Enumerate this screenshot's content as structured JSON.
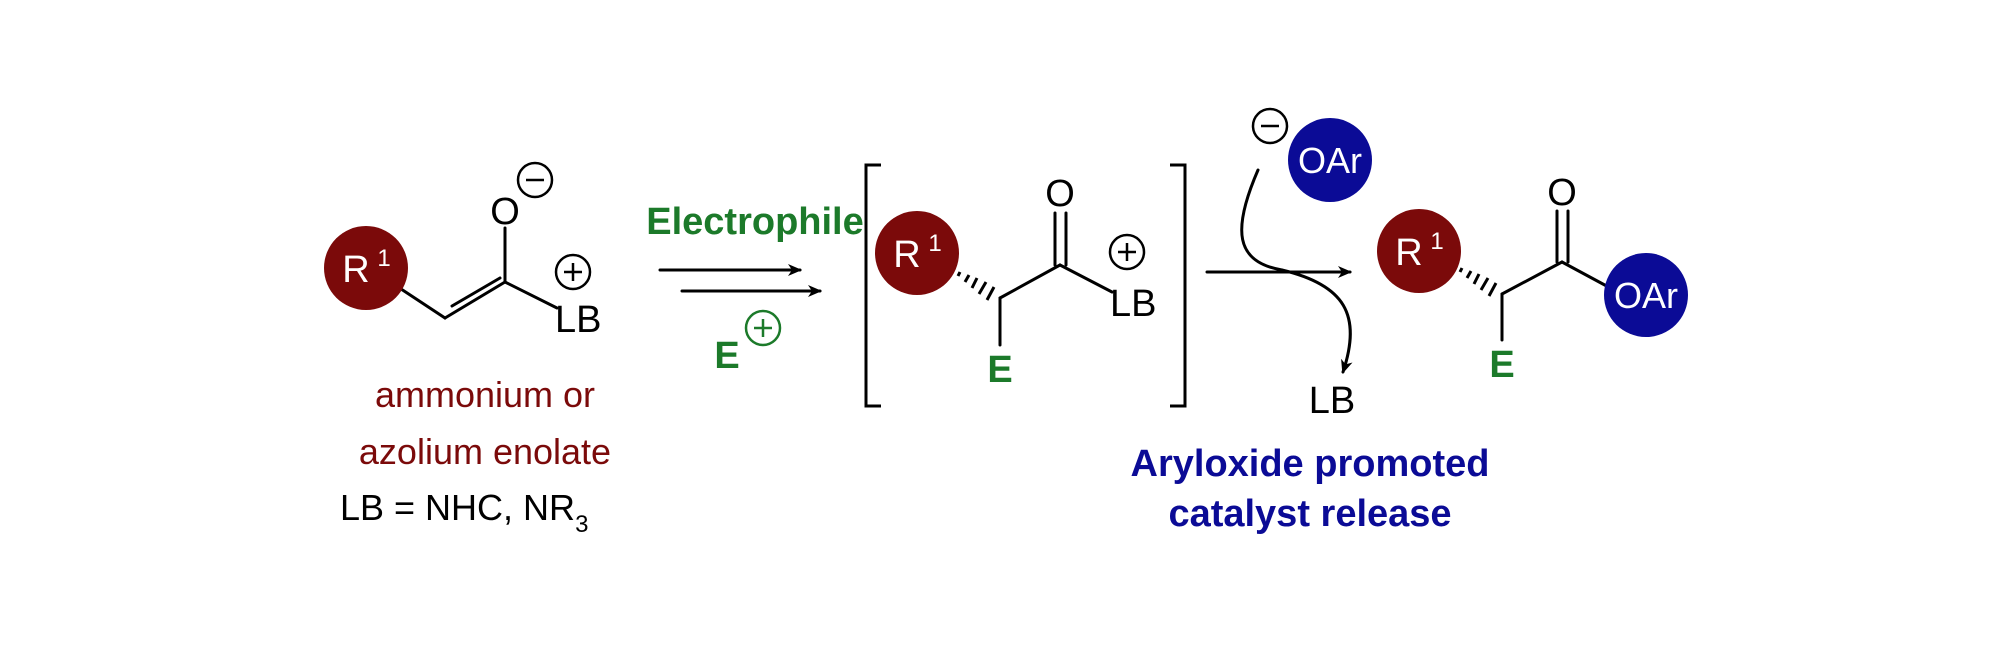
{
  "colors": {
    "r_group": "#7b0a0a",
    "aryloxide": "#0b0b96",
    "electrophile": "#1c7a2a",
    "enolate_caption": "#7b0a0a",
    "release_caption": "#0b0b96",
    "ink": "#000000"
  },
  "enolate": {
    "r_group": "R",
    "r_group_sup": "1",
    "oxygen": "O",
    "charge_minus": "−",
    "charge_plus": "+",
    "lewis_base": "LB",
    "caption_line1": "ammonium or",
    "caption_line2": "azolium enolate",
    "caption_line3": "LB = NHC, NR",
    "caption_line3_sub": "3"
  },
  "step1": {
    "reagent": "Electrophile",
    "electrophile": "E",
    "charge_plus": "+"
  },
  "intermediate": {
    "r_group": "R",
    "r_group_sup": "1",
    "oxygen": "O",
    "electrophile": "E",
    "lewis_base": "LB",
    "charge_plus": "+"
  },
  "step2": {
    "nucleophile": "OAr",
    "charge_minus": "−",
    "released": "LB",
    "caption_line1": "Aryloxide promoted",
    "caption_line2": "catalyst release"
  },
  "product": {
    "r_group": "R",
    "r_group_sup": "1",
    "oxygen": "O",
    "electrophile": "E",
    "aryloxide": "OAr"
  }
}
